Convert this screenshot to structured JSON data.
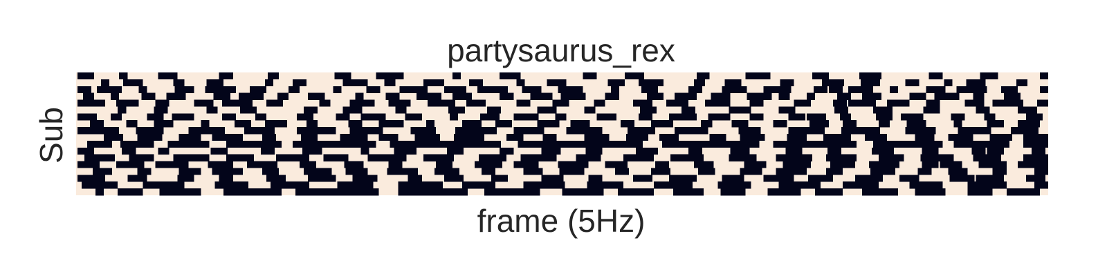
{
  "chart_data": {
    "type": "heatmap",
    "title": "partysaurus_rex",
    "xlabel": "frame (5Hz)",
    "ylabel": "Sub",
    "rows": 18,
    "frames": 700,
    "value_range": [
      0,
      1
    ],
    "grid": false,
    "legend": "none",
    "colors": {
      "low": "#faebdd",
      "high": "#03051a"
    },
    "row_runs": [
      [
        0,
        12,
        18,
        6,
        22,
        14,
        30,
        10,
        25,
        8,
        40,
        12,
        18,
        20,
        35,
        6,
        28,
        15,
        45,
        10,
        20,
        14,
        38,
        9,
        26,
        18,
        30,
        12,
        22,
        16,
        34,
        10,
        27,
        13,
        30,
        12,
        40,
        14,
        28,
        10
      ],
      [
        18,
        6,
        10,
        14,
        22,
        8,
        16,
        12,
        30,
        6,
        14,
        10,
        26,
        18,
        12,
        8,
        20,
        15,
        18,
        10,
        24,
        6,
        16,
        14,
        30,
        12,
        10,
        18,
        22,
        8,
        14,
        12,
        28,
        10,
        20,
        16,
        12,
        14,
        18,
        10
      ],
      [
        0,
        10,
        4,
        18,
        12,
        6,
        20,
        14,
        8,
        22,
        10,
        12,
        16,
        8,
        24,
        6,
        18,
        10,
        14,
        20,
        12,
        16,
        8,
        22,
        10,
        14,
        12,
        18,
        20,
        6,
        16,
        12,
        22,
        10,
        14,
        18,
        12,
        20,
        16,
        10
      ],
      [
        5,
        8,
        12,
        6,
        16,
        10,
        8,
        14,
        20,
        12,
        6,
        18,
        10,
        8,
        14,
        12,
        22,
        6,
        16,
        10,
        12,
        18,
        8,
        14,
        20,
        10,
        12,
        16,
        6,
        18,
        14,
        10,
        20,
        12,
        8,
        16,
        10,
        14,
        12,
        18
      ],
      [
        0,
        20,
        8,
        16,
        12,
        10,
        18,
        14,
        6,
        22,
        10,
        12,
        26,
        8,
        14,
        18,
        10,
        16,
        12,
        20,
        8,
        14,
        22,
        10,
        16,
        12,
        18,
        8,
        20,
        14,
        10,
        16,
        12,
        18,
        14,
        10,
        22,
        12,
        16,
        10
      ],
      [
        30,
        6,
        20,
        10,
        28,
        8,
        16,
        12,
        34,
        10,
        18,
        14,
        24,
        8,
        30,
        12,
        16,
        10,
        26,
        14,
        20,
        8,
        32,
        12,
        18,
        10,
        24,
        16,
        20,
        12,
        28,
        10,
        18,
        14,
        22,
        12,
        26,
        10,
        20,
        14
      ],
      [
        0,
        14,
        10,
        8,
        18,
        12,
        6,
        16,
        20,
        10,
        14,
        8,
        22,
        12,
        16,
        10,
        8,
        18,
        14,
        12,
        20,
        6,
        16,
        14,
        10,
        18,
        12,
        8,
        22,
        14,
        16,
        10,
        12,
        20,
        8,
        16,
        14,
        10,
        18,
        12
      ],
      [
        10,
        10,
        16,
        8,
        12,
        14,
        20,
        6,
        18,
        12,
        10,
        16,
        14,
        8,
        22,
        10,
        12,
        18,
        16,
        6,
        20,
        14,
        10,
        12,
        18,
        16,
        8,
        14,
        22,
        10,
        12,
        16,
        20,
        8,
        14,
        12,
        18,
        10,
        16,
        14
      ],
      [
        0,
        30,
        12,
        20,
        18,
        26,
        14,
        22,
        16,
        28,
        10,
        24,
        20,
        18,
        14,
        30,
        12,
        22,
        16,
        26,
        18,
        20,
        14,
        24,
        22,
        16,
        20,
        26,
        12,
        28,
        18,
        22,
        16,
        24,
        14,
        20,
        26,
        18,
        22,
        16
      ],
      [
        20,
        14,
        10,
        18,
        12,
        16,
        8,
        22,
        14,
        10,
        18,
        12,
        16,
        20,
        8,
        14,
        12,
        18,
        10,
        22,
        16,
        12,
        14,
        10,
        20,
        18,
        12,
        16,
        8,
        14,
        22,
        12,
        10,
        18,
        16,
        14,
        12,
        20,
        10,
        16
      ],
      [
        8,
        18,
        6,
        24,
        10,
        30,
        12,
        40,
        8,
        60,
        10,
        80,
        12,
        90,
        14,
        70,
        10,
        60,
        12,
        50,
        8,
        40,
        10,
        30,
        12,
        20,
        14,
        18,
        10,
        16
      ],
      [
        0,
        12,
        20,
        10,
        16,
        8,
        30,
        12,
        24,
        10,
        20,
        14,
        28,
        6,
        18,
        16,
        22,
        12,
        26,
        10,
        20,
        14,
        18,
        12,
        24,
        16,
        22,
        10,
        20,
        14,
        26,
        12,
        18,
        10,
        22,
        16,
        20,
        12,
        24,
        10
      ],
      [
        6,
        22,
        10,
        18,
        14,
        26,
        12,
        20,
        16,
        24,
        10,
        18,
        14,
        28,
        12,
        22,
        18,
        20,
        10,
        26,
        14,
        18,
        16,
        22,
        12,
        24,
        18,
        20,
        14,
        26,
        10,
        22,
        16,
        18,
        12,
        24,
        14,
        20,
        16,
        22
      ],
      [
        0,
        16,
        12,
        20,
        8,
        24,
        14,
        18,
        10,
        22,
        16,
        12,
        20,
        14,
        18,
        10,
        24,
        12,
        16,
        20,
        8,
        18,
        14,
        22,
        12,
        16,
        20,
        10,
        18,
        14,
        22,
        16,
        12,
        20,
        14,
        18,
        10,
        22,
        16,
        12
      ],
      [
        12,
        14,
        18,
        10,
        20,
        16,
        8,
        22,
        14,
        12,
        18,
        20,
        10,
        16,
        14,
        22,
        12,
        18,
        16,
        10,
        20,
        14,
        12,
        18,
        22,
        10,
        16,
        14,
        20,
        12,
        18,
        16,
        10,
        22,
        14,
        12,
        20,
        18,
        16,
        10
      ],
      [
        0,
        20,
        16,
        14,
        22,
        12,
        18,
        10,
        24,
        14,
        16,
        20,
        12,
        18,
        22,
        10,
        16,
        14,
        20,
        12,
        24,
        16,
        18,
        10,
        22,
        14,
        12,
        20,
        18,
        16,
        14,
        22,
        10,
        18,
        16,
        20,
        12,
        14,
        22,
        18
      ],
      [
        4,
        26,
        18,
        30,
        22,
        24,
        16,
        28,
        20,
        26,
        18,
        32,
        14,
        24,
        20,
        30,
        16,
        26,
        22,
        28,
        18,
        24,
        20,
        30,
        16,
        26,
        22,
        24,
        18,
        28,
        20,
        26,
        16,
        30,
        22,
        24,
        18,
        28,
        20,
        26
      ],
      [
        14,
        6,
        10,
        18,
        12,
        30,
        16,
        42,
        10,
        60,
        14,
        50,
        12,
        40,
        16,
        30,
        10,
        26,
        14,
        22,
        12,
        18,
        16,
        24,
        10,
        20,
        14,
        26,
        12,
        22,
        16,
        18,
        10,
        24,
        14,
        20
      ]
    ]
  }
}
